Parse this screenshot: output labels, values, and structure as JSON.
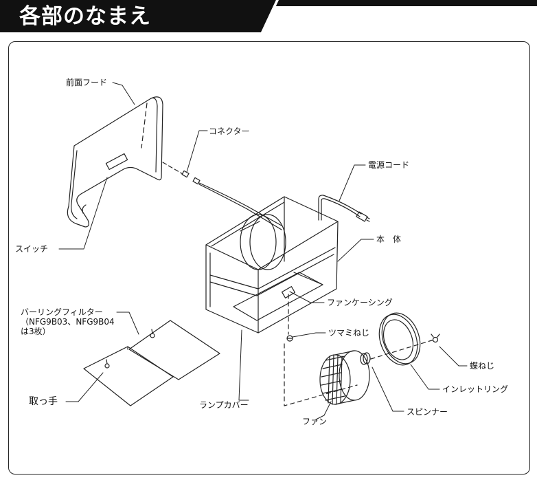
{
  "header": {
    "title": "各部のなまえ",
    "bar_color": "#111111"
  },
  "labels": {
    "front_hood": "前面フード",
    "connector": "コネクター",
    "power_cord": "電源コード",
    "switch": "スイッチ",
    "main_body": "本　体",
    "fan_casing": "ファンケーシング",
    "filter_line1": "バーリングフィルター",
    "filter_line2": "（NFG9B03、NFG9B04",
    "filter_line3": "は3枚）",
    "knob_screw": "ツマミねじ",
    "wing_screw": "蝶ねじ",
    "handle": "取っ手",
    "inlet_ring": "インレットリング",
    "lamp_cover": "ランプカバー",
    "spinner": "スピンナー",
    "fan": "ファン"
  }
}
